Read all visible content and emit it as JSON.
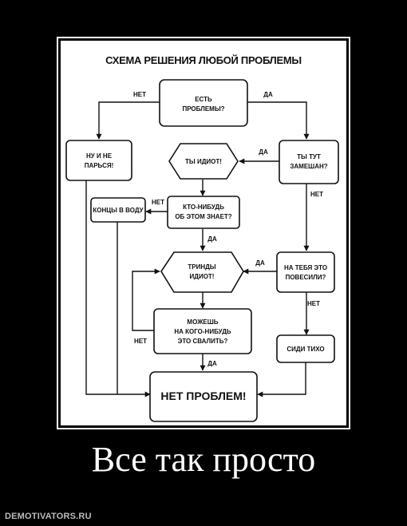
{
  "diagram": {
    "title": "СХЕМА РЕШЕНИЯ ЛЮБОЙ ПРОБЛЕМЫ",
    "nodes": {
      "has_problems": [
        "ЕСТЬ",
        "ПРОБЛЕМЫ?"
      ],
      "dont_worry": [
        "НУ И НЕ",
        "ПАРЬСЯ!"
      ],
      "involved": [
        "ТЫ ТУТ",
        "ЗАМЕШАН?"
      ],
      "idiot": [
        "ТЫ ИДИОТ!"
      ],
      "hide_ends": [
        "КОНЦЫ В ВОДУ"
      ],
      "anyone_knows": [
        "КТО-НИБУДЬ",
        "ОБ ЭТОМ ЗНАЕТ?"
      ],
      "trouble_idiot": [
        "ТРИНДЫ",
        "ИДИОТ!"
      ],
      "can_they_hang": [
        "НА ТЕБЯ ЭТО",
        "ПОВЕСИЛИ?"
      ],
      "can_blame": [
        "МОЖЕШЬ",
        "НА КОГО-НИБУДЬ",
        "ЭТО СВАЛИТЬ?"
      ],
      "sit_quiet": [
        "СИДИ ТИХО"
      ],
      "no_problem": [
        "НЕТ ПРОБЛЕМ!"
      ]
    },
    "edge_labels": {
      "no": "НЕТ",
      "yes": "ДА"
    }
  },
  "caption": "Все так просто",
  "site": "DEMOTIVATORS.RU"
}
